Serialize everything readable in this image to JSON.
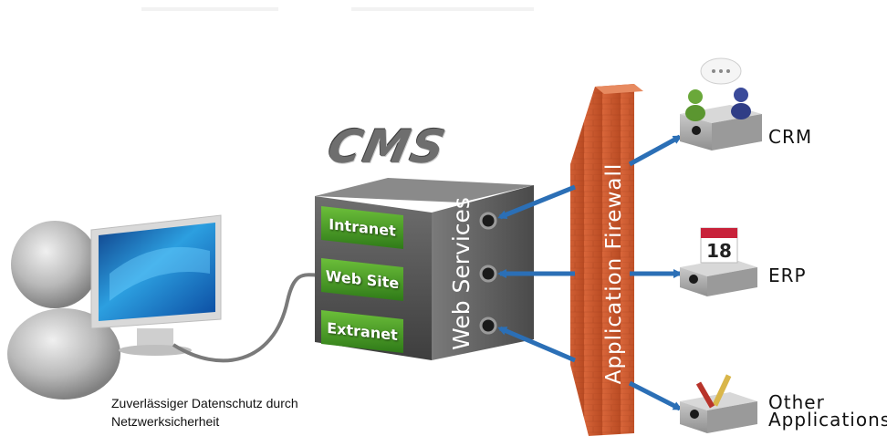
{
  "cms_title": "CMS",
  "server_labels": [
    "Intranet",
    "Web Site",
    "Extranet"
  ],
  "web_services_label": "Web Services",
  "firewall_label": "Application Firewall",
  "targets": [
    {
      "label": "CRM",
      "icon": "users-chat-icon"
    },
    {
      "label": "ERP",
      "icon": "calendar-icon",
      "calendar_day": "18"
    },
    {
      "label_line1": "Other",
      "label_line2": "Applications",
      "icon": "pencil-ruler-icon"
    }
  ],
  "caption_line1": "Zuverlässiger Datenschutz durch",
  "caption_line2": "Netzwerksicherheit",
  "colors": {
    "green_panel": "#4f9a2a",
    "firewall": "#c9572a",
    "arrow": "#2b6fb6",
    "server": "#5a5a5a"
  }
}
